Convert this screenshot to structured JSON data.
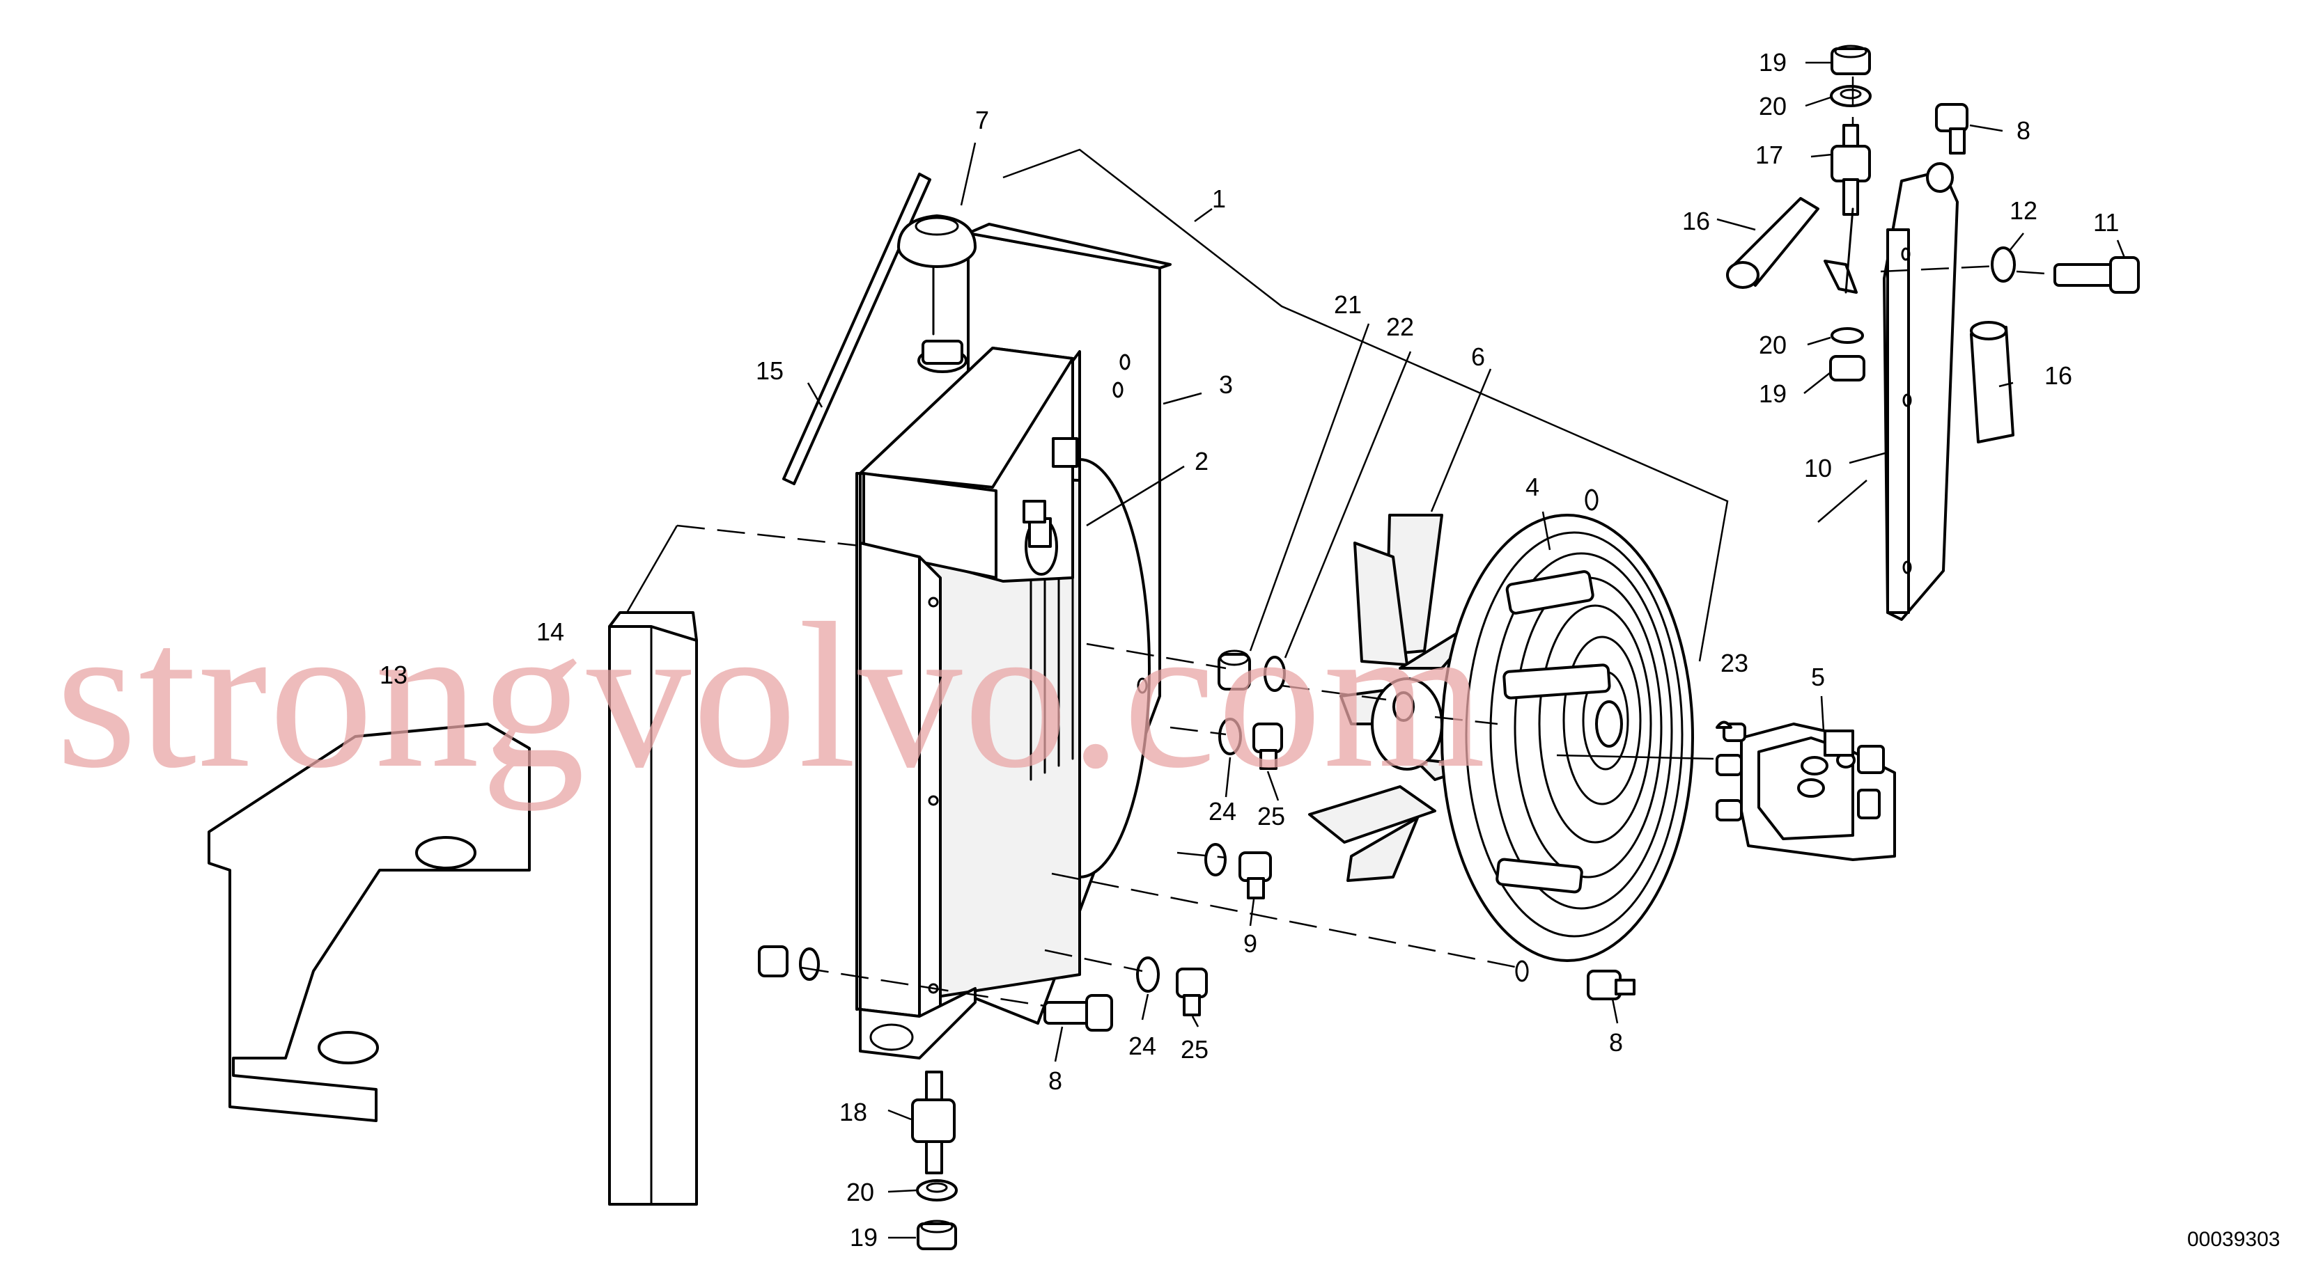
{
  "diagram": {
    "drawing_number": "00039303",
    "watermark": "strongvolvo.com",
    "callouts": [
      {
        "id": "c1",
        "text": "1"
      },
      {
        "id": "c2",
        "text": "2"
      },
      {
        "id": "c3",
        "text": "3"
      },
      {
        "id": "c4",
        "text": "4"
      },
      {
        "id": "c5",
        "text": "5"
      },
      {
        "id": "c6",
        "text": "6"
      },
      {
        "id": "c7",
        "text": "7"
      },
      {
        "id": "c8a",
        "text": "8"
      },
      {
        "id": "c8b",
        "text": "8"
      },
      {
        "id": "c8c",
        "text": "8"
      },
      {
        "id": "c9",
        "text": "9"
      },
      {
        "id": "c10",
        "text": "10"
      },
      {
        "id": "c11",
        "text": "11"
      },
      {
        "id": "c12",
        "text": "12"
      },
      {
        "id": "c13",
        "text": "13"
      },
      {
        "id": "c14",
        "text": "14"
      },
      {
        "id": "c15",
        "text": "15"
      },
      {
        "id": "c16a",
        "text": "16"
      },
      {
        "id": "c16b",
        "text": "16"
      },
      {
        "id": "c17",
        "text": "17"
      },
      {
        "id": "c18",
        "text": "18"
      },
      {
        "id": "c19a",
        "text": "19"
      },
      {
        "id": "c19b",
        "text": "19"
      },
      {
        "id": "c19c",
        "text": "19"
      },
      {
        "id": "c20a",
        "text": "20"
      },
      {
        "id": "c20b",
        "text": "20"
      },
      {
        "id": "c20c",
        "text": "20"
      },
      {
        "id": "c21",
        "text": "21"
      },
      {
        "id": "c22",
        "text": "22"
      },
      {
        "id": "c23",
        "text": "23"
      },
      {
        "id": "c24a",
        "text": "24"
      },
      {
        "id": "c24b",
        "text": "24"
      },
      {
        "id": "c25a",
        "text": "25"
      },
      {
        "id": "c25b",
        "text": "25"
      }
    ]
  }
}
